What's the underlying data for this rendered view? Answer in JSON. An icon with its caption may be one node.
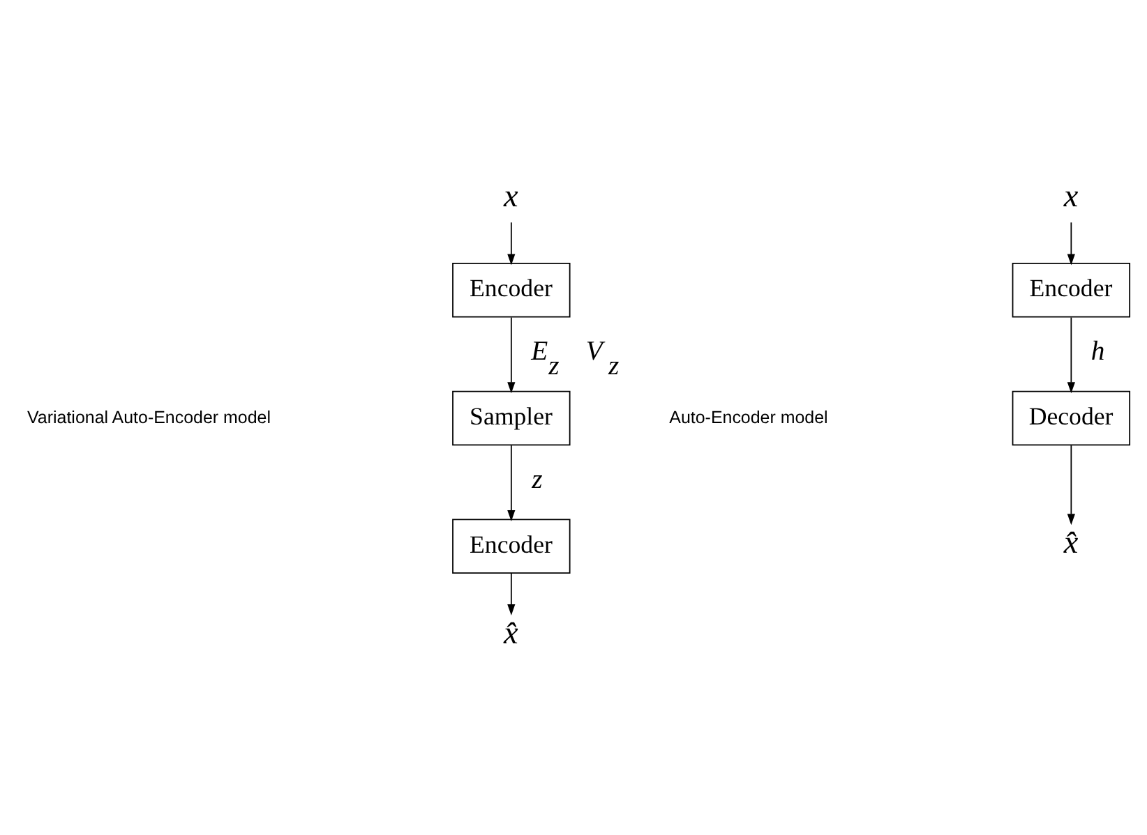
{
  "diagram": {
    "nodes": [
      {
        "text": [
          "x"
        ]
      },
      {
        "text": [
          "Encoder"
        ]
      },
      {
        "text": [
          "Sampler"
        ]
      },
      {
        "text": [
          "Encoder"
        ]
      },
      {
        "text": [
          "x̂"
        ]
      },
      {
        "text": [
          "x"
        ]
      },
      {
        "text": [
          "Encoder"
        ]
      },
      {
        "text": [
          "Decoder"
        ]
      },
      {
        "text": [
          "x̂"
        ]
      }
    ],
    "edges": [
      {
        "from": 0,
        "to": 1,
        "arrow": "to"
      },
      {
        "from": 1,
        "to": 2,
        "arrow": "to",
        "label": "E$_{z}$     V$_{z}$"
      },
      {
        "from": 2,
        "to": 3,
        "arrow": "to",
        "label": "z"
      },
      {
        "from": 3,
        "to": 4,
        "arrow": "to"
      },
      {
        "from": 5,
        "to": 6,
        "arrow": "to"
      },
      {
        "from": 6,
        "to": 7,
        "arrow": "to",
        "label": "h"
      },
      {
        "from": 7,
        "to": 8,
        "arrow": "to"
      }
    ],
    "labels": [
      "Variational Auto-Encoder model",
      "Auto-Encoder model"
    ]
  }
}
